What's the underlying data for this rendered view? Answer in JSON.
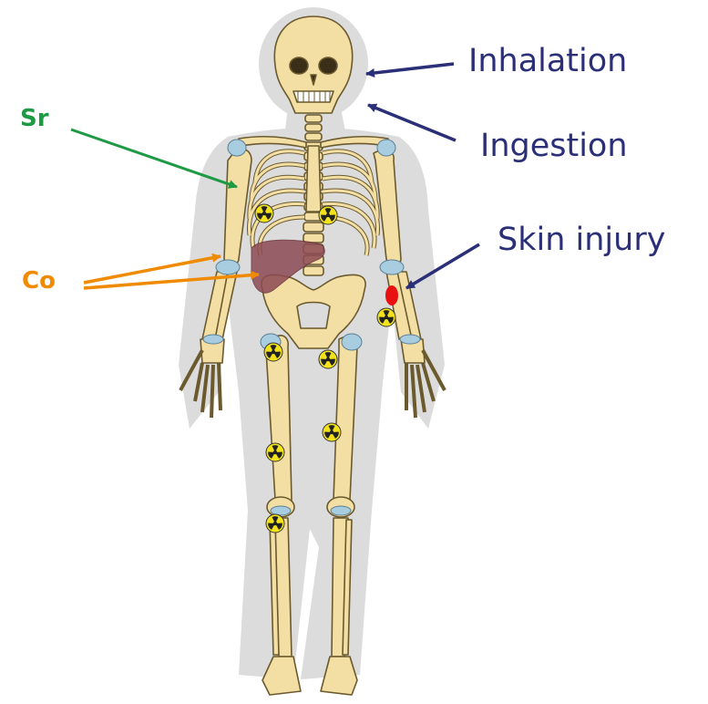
{
  "labels": {
    "inhalation": "Inhalation",
    "ingestion": "Ingestion",
    "skin_injury": "Skin injury",
    "sr": "Sr",
    "co": "Co"
  },
  "colors": {
    "route_label": "#2a2f78",
    "sr": "#1e9a45",
    "co": "#f08a00",
    "bone": "#f3dea4",
    "bone_outline": "#6b5a2d",
    "joint": "#a9cde0",
    "body_silhouette": "#dcdcdc",
    "liver": "#8c4a54",
    "wound": "#e81010",
    "radiation_symbol": "#f2e21a"
  },
  "icons": [
    "radiation-symbol-icon",
    "skeleton-figure",
    "liver-organ",
    "skin-wound-marker"
  ]
}
